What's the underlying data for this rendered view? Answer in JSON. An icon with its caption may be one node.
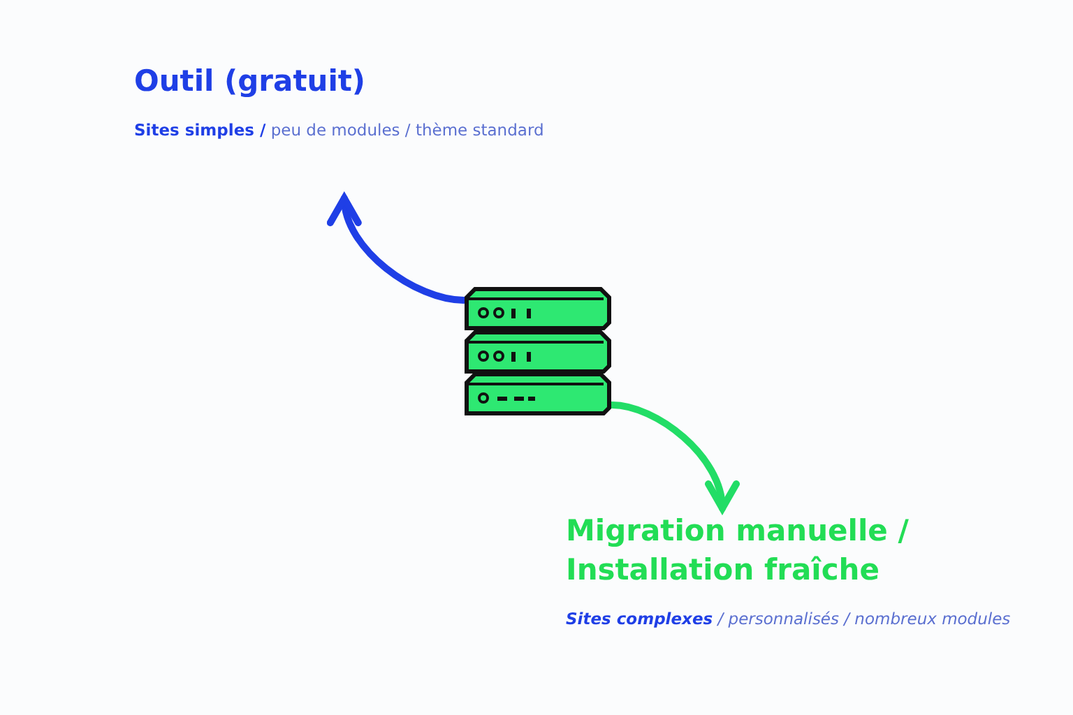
{
  "diagram": {
    "nodes": [
      {
        "text": [],
        "shape": "picture"
      },
      {
        "text": [
          "Outil (gratuit)",
          "**Sites simples /** peu de modules / thème standard"
        ]
      },
      {
        "text": [
          "Migration manuelle / Installation fraîche",
          "**Sites complexes** / personnalisés / nombreux modules"
        ]
      }
    ],
    "edges": [
      {
        "from": 0,
        "to": 1,
        "arrow": "to",
        "color": "#1f3fe6"
      },
      {
        "from": 0,
        "to": 2,
        "arrow": "to",
        "color": "#22dd66"
      }
    ]
  }
}
